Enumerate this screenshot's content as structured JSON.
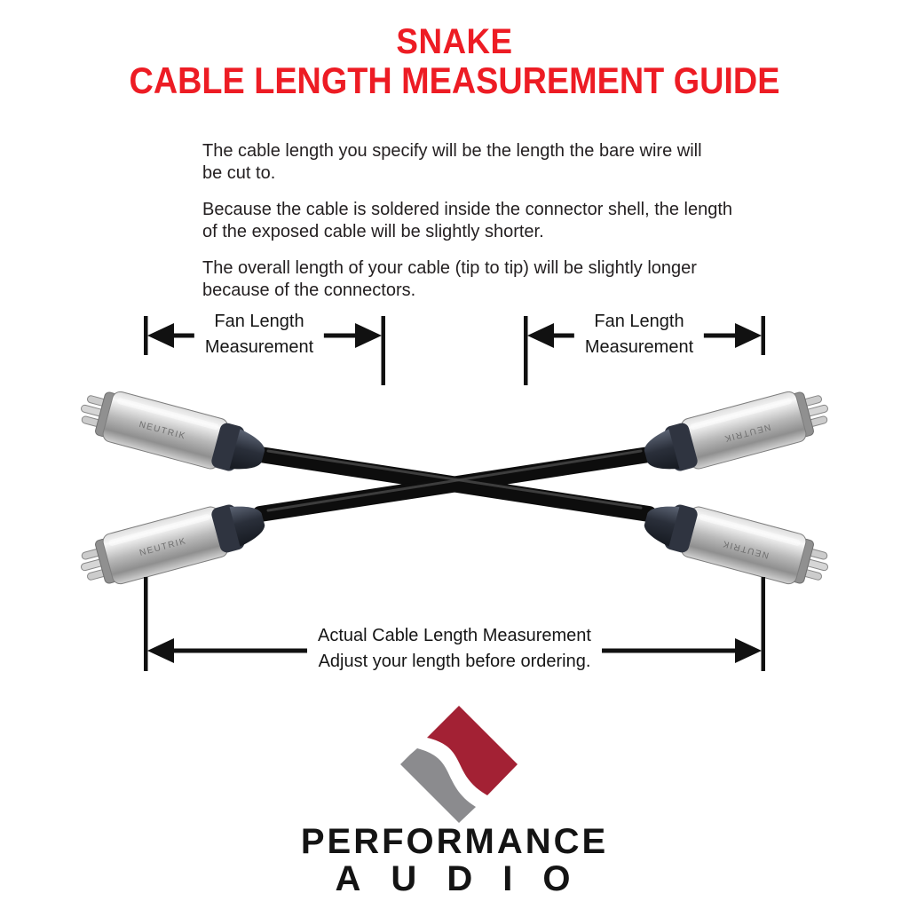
{
  "colors": {
    "title_red": "#ed1c24",
    "body_text": "#231f20",
    "arrow_black": "#111111",
    "cable_black": "#0d0d0d",
    "logo_red": "#a32134",
    "logo_gray": "#8b8b8e"
  },
  "title": {
    "line1": "SNAKE",
    "line2": "CABLE LENGTH MEASUREMENT GUIDE"
  },
  "intro": {
    "paragraphs": [
      "The cable length you specify will be the length the bare wire will\nbe cut to.",
      "Because the cable is soldered inside the connector shell, the length\nof the exposed cable will be slightly shorter.",
      "The overall length of your cable (tip to tip) will be slightly longer\nbecause of the connectors."
    ]
  },
  "diagram": {
    "fan_left": {
      "line1": "Fan Length",
      "line2": "Measurement"
    },
    "fan_right": {
      "line1": "Fan Length",
      "line2": "Measurement"
    },
    "actual": {
      "line1": "Actual Cable Length Measurement",
      "line2": "Adjust your length before ordering."
    },
    "connector_brand": "NEUTRIK"
  },
  "logo": {
    "line1": "PERFORMANCE",
    "line2": "AUDIO"
  }
}
